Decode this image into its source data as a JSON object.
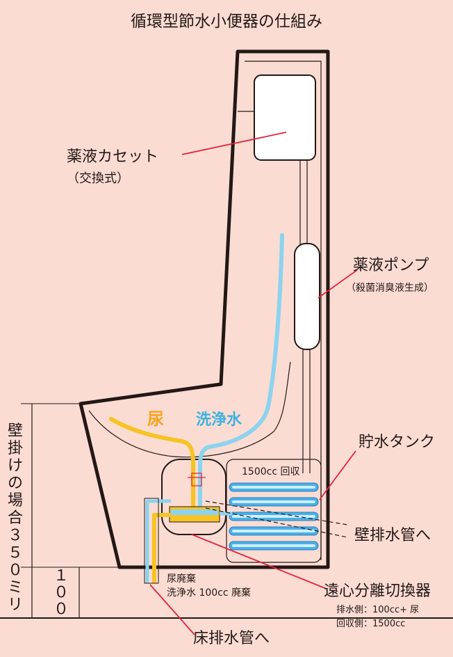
{
  "title": "循環型節水小便器の仕組み",
  "labels": {
    "cassette": "薬液カセット",
    "cassette_sub": "（交換式）",
    "pump": "薬液ポンプ",
    "pump_sub": "（殺菌消臭液生成）",
    "urine": "尿",
    "wash_water": "洗浄水",
    "tank": "貯水タンク",
    "recover_1500": "1500cc 回収",
    "wall_drain": "壁排水管へ",
    "separator": "遠心分離切換器",
    "drain_side": "排水側：100cc+ 尿",
    "recover_side": "回収側：1500cc",
    "urine_waste": "尿廃棄",
    "wash_waste": "洗浄水 100cc 廃棄",
    "floor_drain": "床排水管へ"
  },
  "dimensions": {
    "wall_mount_chars": [
      "壁",
      "掛",
      "け",
      "の",
      "場",
      "合",
      "３",
      "５",
      "０",
      "ミ",
      "リ"
    ],
    "floor_chars": [
      "１",
      "０",
      "０"
    ]
  },
  "colors": {
    "background": "#fbdcd3",
    "urine": "#f7c325",
    "wash_water": "#8cd3ef",
    "tank_coil": "#4ab0e6",
    "leader_line": "#e3223b",
    "outline": "#231815"
  }
}
